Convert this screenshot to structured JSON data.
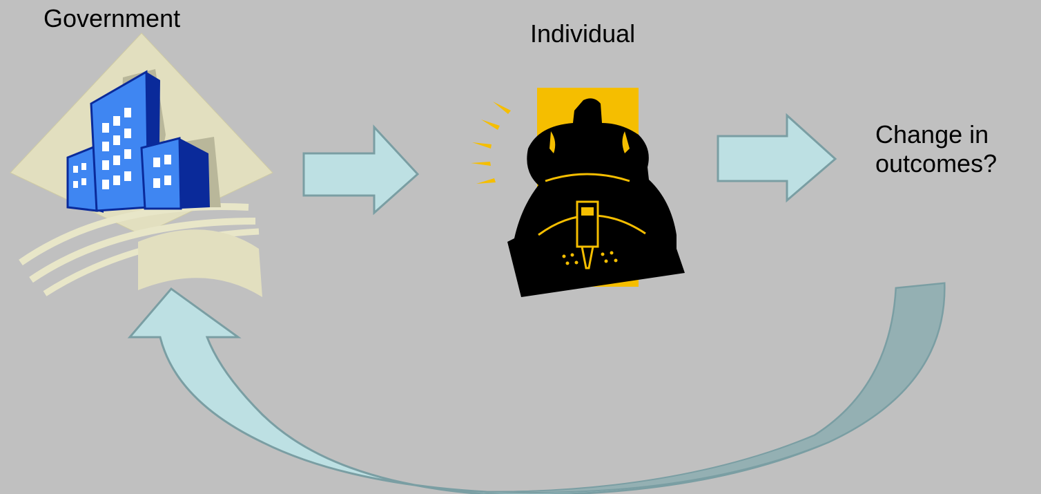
{
  "labels": {
    "government": "Government",
    "individual": "Individual",
    "outcome_line1": "Change in",
    "outcome_line2": "outcomes?"
  },
  "icons": {
    "government": "office-buildings-icon",
    "individual": "jackhammer-worker-icon"
  },
  "colors": {
    "background": "#c0c0c0",
    "arrow_fill": "#bde0e3",
    "arrow_stroke": "#7a9ea3",
    "arrow_shadow": "#94b0b3",
    "building_blue": "#3f86f2",
    "building_dark": "#0a2a9a",
    "diamond": "#e2dfbf",
    "worker_bg": "#f5be00",
    "worker": "#000000"
  }
}
